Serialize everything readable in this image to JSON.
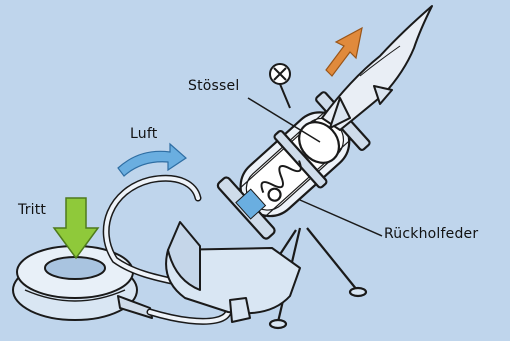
{
  "labels": {
    "stoessel": "Stössel",
    "luft": "Luft",
    "tritt": "Tritt",
    "rueckholfeder": "Rückholfeder"
  },
  "colors": {
    "background": "#bfd5ec",
    "tritt_arrow": "#8fc93a",
    "air_arrow": "#6aaee0",
    "motion_arrow": "#e08a3c",
    "outline": "#1a1a1a",
    "rocket": "#e9eef5"
  }
}
